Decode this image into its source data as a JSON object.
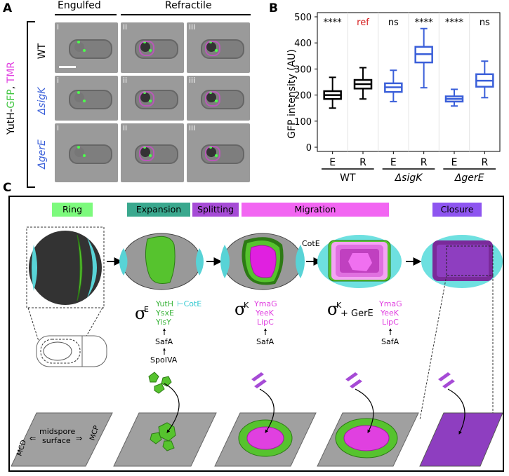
{
  "panels": {
    "a": "A",
    "b": "B",
    "c": "C"
  },
  "panelA": {
    "col_engulfed": "Engulfed",
    "col_refractile": "Refractile",
    "side_label": {
      "prefix": "YutH-",
      "gfp": "GFP",
      "sep": ", ",
      "tmr": "TMR"
    },
    "rows": [
      "WT",
      "ΔsigK",
      "ΔgerE"
    ],
    "idx": [
      "i",
      "ii",
      "iii"
    ]
  },
  "panelB": {
    "ylabel": "GFP intensity (AU)",
    "sig": [
      "****",
      "ref",
      "ns",
      "****",
      "****",
      "ns"
    ],
    "xticks": [
      "E",
      "R",
      "E",
      "R",
      "E",
      "R"
    ],
    "groups": [
      "WT",
      "ΔsigK",
      "ΔgerE"
    ]
  },
  "chart_data": {
    "type": "box",
    "ylabel": "GFP intensity (AU)",
    "ylim": [
      0,
      500
    ],
    "yticks": [
      0,
      100,
      200,
      300,
      400,
      500
    ],
    "categories": [
      "E",
      "R",
      "E",
      "R",
      "E",
      "R"
    ],
    "groups": [
      "WT",
      "ΔsigK",
      "ΔgerE"
    ],
    "significance": [
      "****",
      "ref",
      "ns",
      "****",
      "****",
      "ns"
    ],
    "boxes": [
      {
        "group": "WT",
        "cat": "E",
        "min": 150,
        "q1": 185,
        "median": 200,
        "q3": 215,
        "max": 268,
        "color": "#000000"
      },
      {
        "group": "WT",
        "cat": "R",
        "min": 185,
        "q1": 225,
        "median": 242,
        "q3": 258,
        "max": 305,
        "color": "#000000"
      },
      {
        "group": "ΔsigK",
        "cat": "E",
        "min": 175,
        "q1": 212,
        "median": 230,
        "q3": 245,
        "max": 295,
        "color": "#3a5fd9"
      },
      {
        "group": "ΔsigK",
        "cat": "R",
        "min": 228,
        "q1": 325,
        "median": 357,
        "q3": 385,
        "max": 455,
        "color": "#3a5fd9"
      },
      {
        "group": "ΔgerE",
        "cat": "E",
        "min": 158,
        "q1": 175,
        "median": 185,
        "q3": 195,
        "max": 222,
        "color": "#3a5fd9"
      },
      {
        "group": "ΔgerE",
        "cat": "R",
        "min": 190,
        "q1": 232,
        "median": 255,
        "q3": 280,
        "max": 330,
        "color": "#3a5fd9"
      }
    ]
  },
  "panelC": {
    "stages": [
      "Ring",
      "Expansion",
      "Splitting",
      "Migration",
      "Closure"
    ],
    "stage_colors": [
      "#7dfa7d",
      "#3aa88e",
      "#a64bd6",
      "#f266f2",
      "#8e55f0"
    ],
    "cote": "CotE",
    "sigmaE": {
      "sym": "σ",
      "sup": "E",
      "genes": [
        "YutH",
        "YsxE",
        "YisY"
      ],
      "inhibit": "⊢CotE",
      "safa": "SafA",
      "spoiva": "SpoIVA"
    },
    "sigmaK": {
      "sym": "σ",
      "sup": "K",
      "genes": [
        "YmaG",
        "YeeK",
        "LipC"
      ],
      "safa": "SafA"
    },
    "sigmaKgerE": {
      "sym": "σ",
      "sup": "K",
      "plus": "+ GerE",
      "genes": [
        "YmaG",
        "YeeK",
        "LipC"
      ],
      "safa": "SafA"
    },
    "surface": {
      "mcd": "MCD",
      "mcp": "MCP",
      "line1": "midspore",
      "line2": "surface"
    }
  }
}
